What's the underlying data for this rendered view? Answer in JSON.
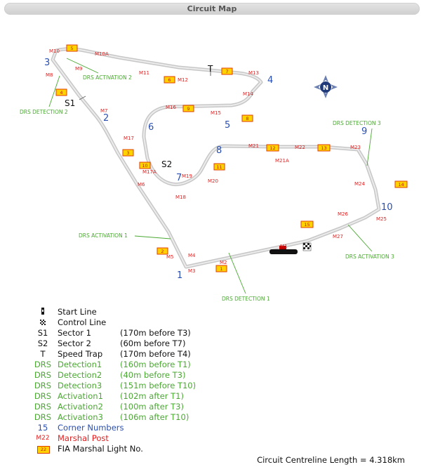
{
  "title": "Circuit Map",
  "colors": {
    "track": "#c7c7c7",
    "corner": "#2a4fb0",
    "drs": "#4aa832",
    "marshal": "#e02020",
    "light_fill": "#ffd200",
    "light_border": "#e03c00"
  },
  "corners": [
    "1",
    "2",
    "3",
    "4",
    "5",
    "6",
    "7",
    "8",
    "9",
    "10"
  ],
  "sectors": {
    "s1": "S1",
    "s2": "S2",
    "speed_trap": "T"
  },
  "drs_labels": {
    "det1": "DRS DETECTION 1",
    "det2": "DRS DETECTION 2",
    "det3": "DRS DETECTION 3",
    "act1": "DRS ACTIVATION 1",
    "act2": "DRS ACTIVATION 2",
    "act3": "DRS ACTIVATION 3"
  },
  "marshal_posts": [
    "M1",
    "M2",
    "M3",
    "M4",
    "M5",
    "M6",
    "M7",
    "M8",
    "M9",
    "M10",
    "M10A",
    "M11",
    "M12",
    "M13",
    "M14",
    "M15",
    "M16",
    "M17",
    "M17A",
    "M18",
    "M19",
    "M20",
    "M21",
    "M21A",
    "M22",
    "M23",
    "M24",
    "M25",
    "M26",
    "M27"
  ],
  "lights": [
    "1",
    "2",
    "3",
    "4",
    "5",
    "6",
    "7",
    "8",
    "9",
    "10",
    "11",
    "12",
    "13",
    "14",
    "15"
  ],
  "compass": "N",
  "legend": [
    {
      "symbol": "",
      "name": "Start Line",
      "detail": "",
      "cls": "blk"
    },
    {
      "symbol": "",
      "name": "Control Line",
      "detail": "",
      "cls": "blk"
    },
    {
      "symbol": "S1",
      "name": "Sector 1",
      "detail": "(170m before T3)",
      "cls": "blk"
    },
    {
      "symbol": "S2",
      "name": "Sector 2",
      "detail": "(60m before T7)",
      "cls": "blk"
    },
    {
      "symbol": "T",
      "name": "Speed Trap",
      "detail": "(170m before T4)",
      "cls": "blk"
    },
    {
      "symbol": "DRS",
      "name": "Detection1",
      "detail": "(160m before T1)",
      "cls": "grn"
    },
    {
      "symbol": "DRS",
      "name": "Detection2",
      "detail": "(40m before T3)",
      "cls": "grn"
    },
    {
      "symbol": "DRS",
      "name": "Detection3",
      "detail": "(151m before T10)",
      "cls": "grn"
    },
    {
      "symbol": "DRS",
      "name": "Activation1",
      "detail": "(102m after T1)",
      "cls": "grn"
    },
    {
      "symbol": "DRS",
      "name": "Activation2",
      "detail": "(100m after T3)",
      "cls": "grn"
    },
    {
      "symbol": "DRS",
      "name": "Activation3",
      "detail": "(106m after T10)",
      "cls": "grn"
    },
    {
      "symbol": "15",
      "name": "Corner Numbers",
      "detail": "",
      "cls": "blu"
    },
    {
      "symbol": "M22",
      "name": "Marshal Post",
      "detail": "",
      "cls": "red"
    },
    {
      "symbol": "22",
      "name": "FIA Marshal Light No.",
      "detail": "",
      "cls": "blk"
    }
  ],
  "footer": "Circuit Centreline Length = 4.318km"
}
